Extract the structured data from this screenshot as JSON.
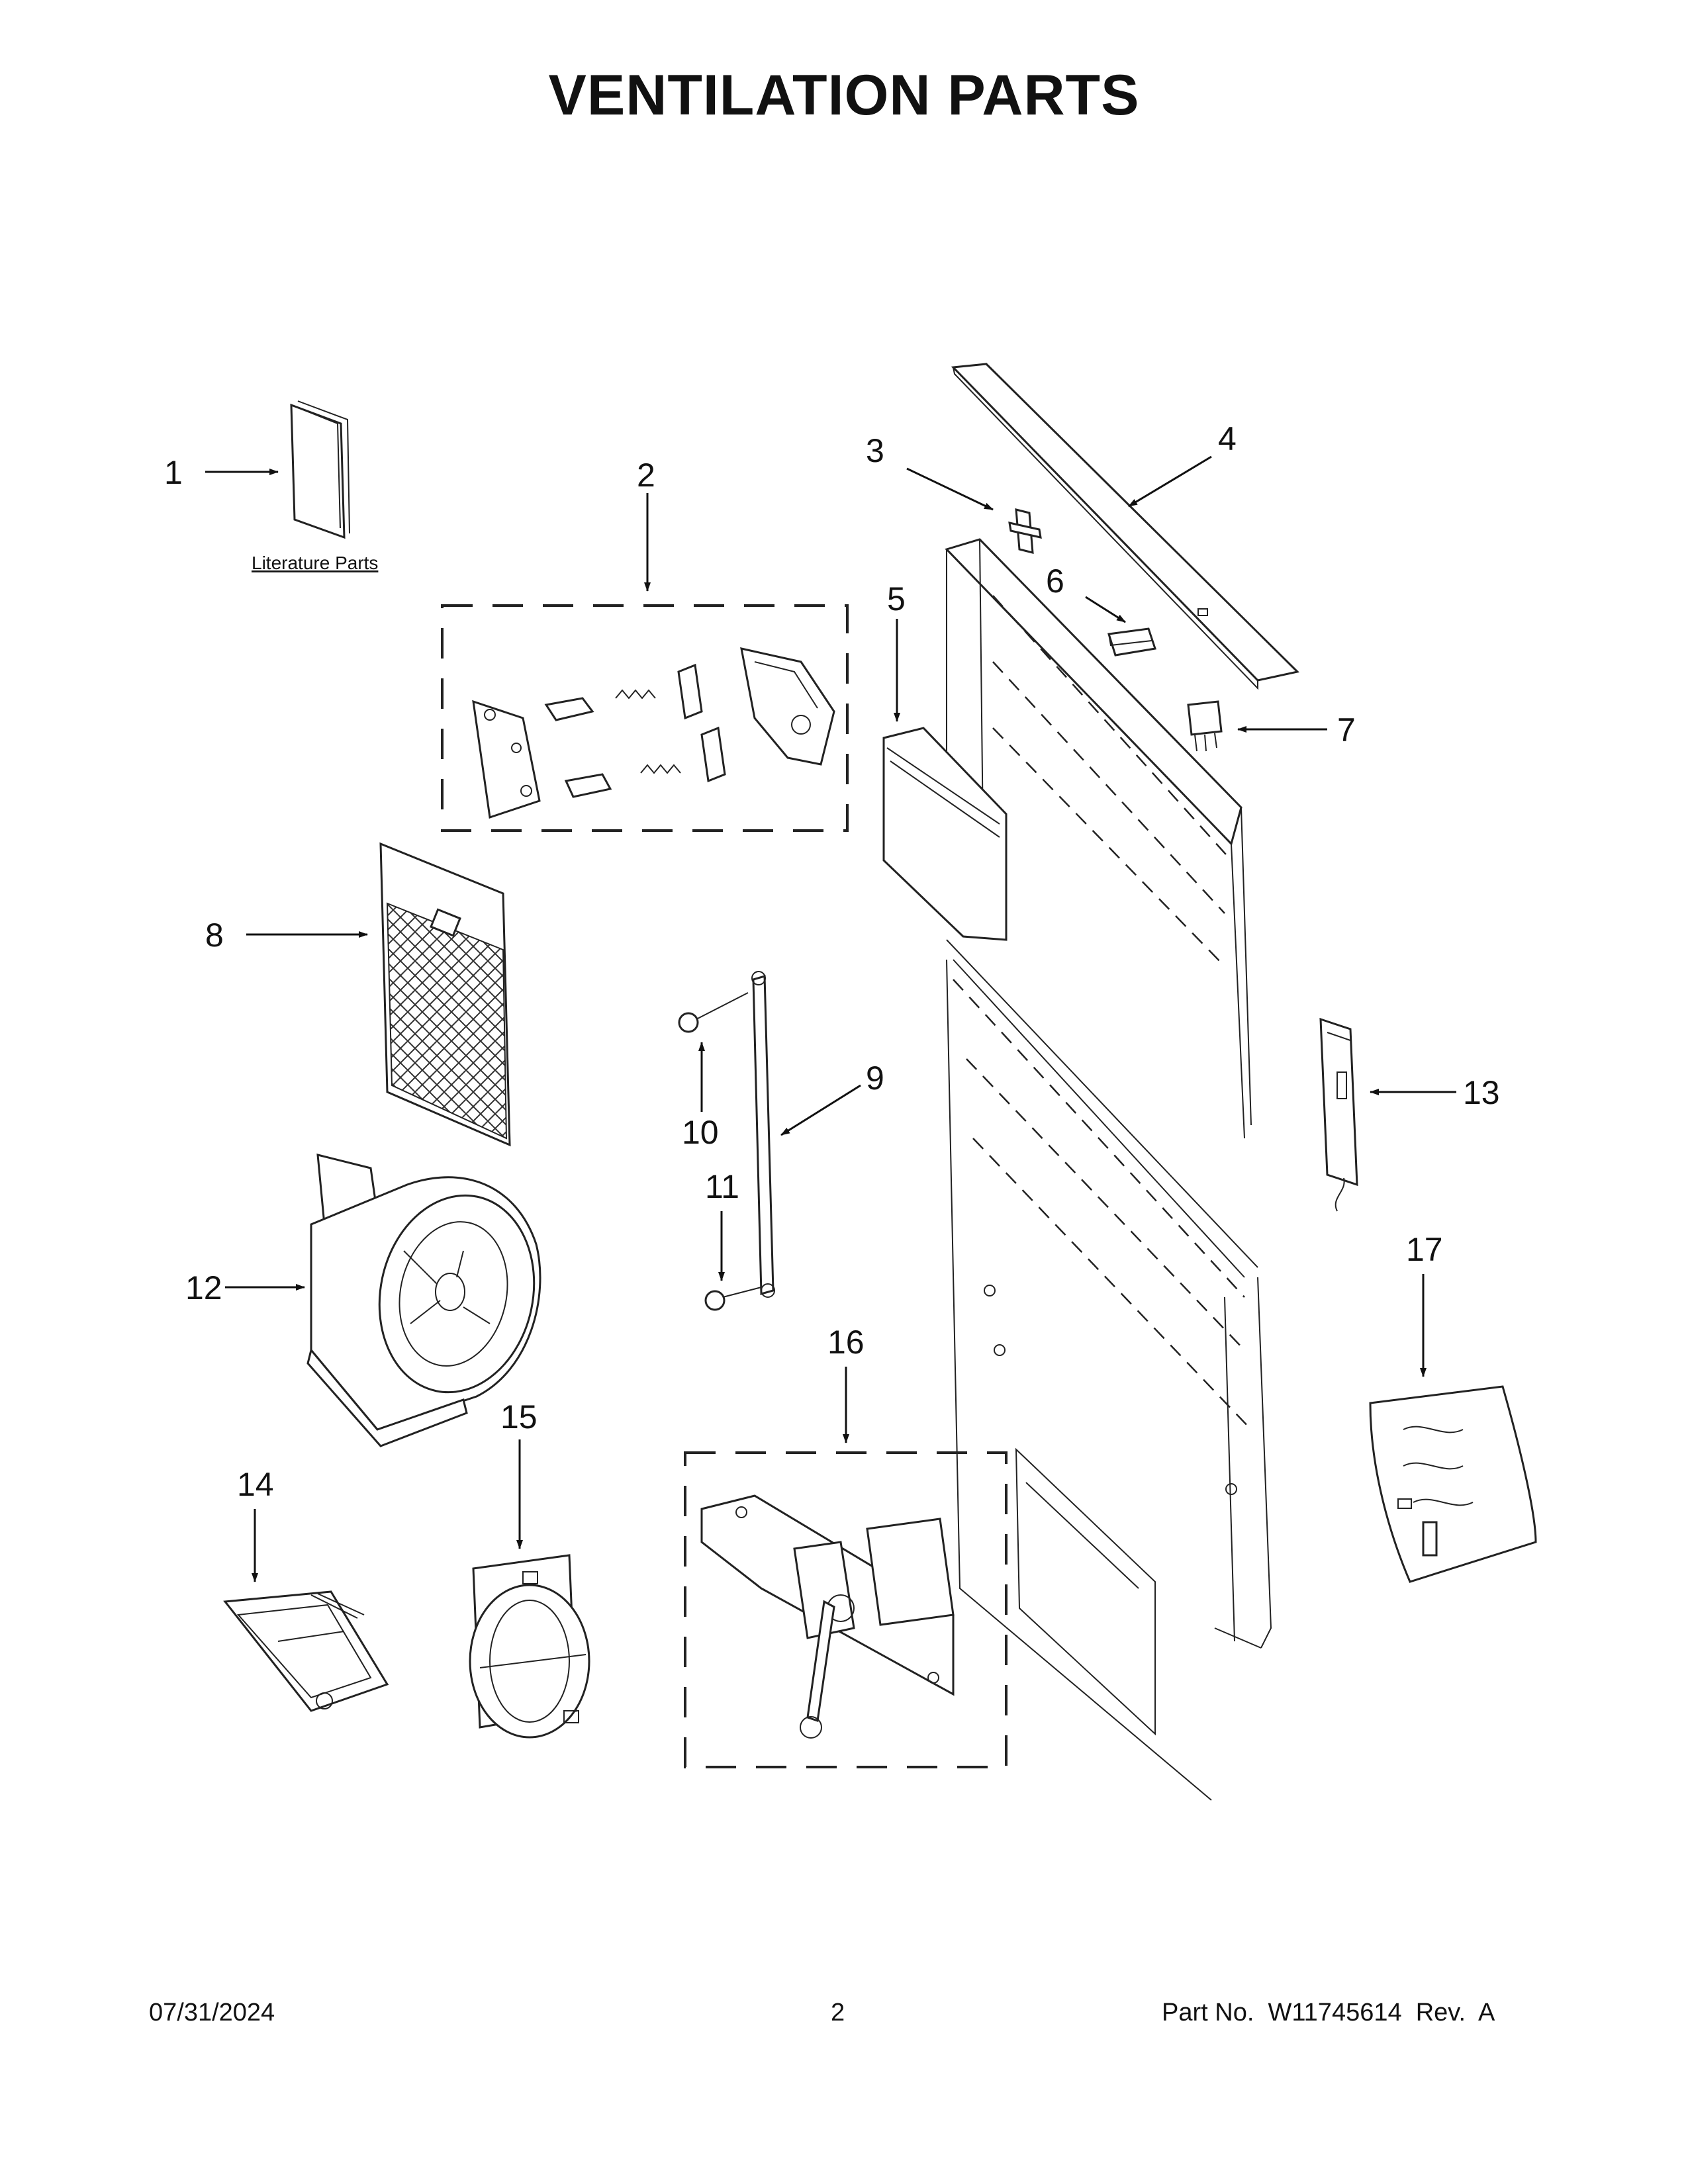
{
  "page": {
    "title": "VENTILATION PARTS",
    "literature_label": "Literature Parts"
  },
  "callouts": [
    "1",
    "2",
    "3",
    "4",
    "5",
    "6",
    "7",
    "8",
    "9",
    "10",
    "11",
    "12",
    "13",
    "14",
    "15",
    "16",
    "17"
  ],
  "footer": {
    "date": "07/31/2024",
    "page_number": "2",
    "part_no": "Part No.  W11745614  Rev.  A"
  }
}
